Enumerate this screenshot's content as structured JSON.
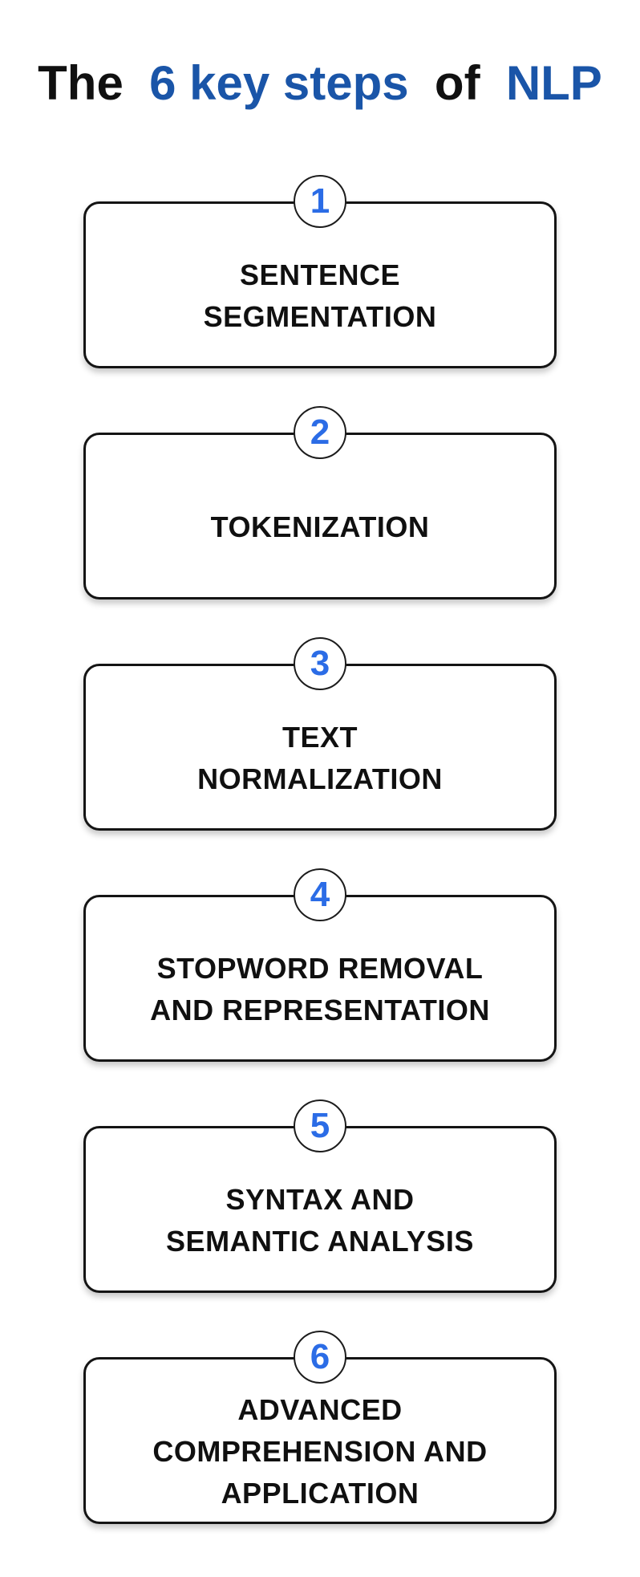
{
  "title": {
    "part1": "The",
    "part2": "6 key steps",
    "part3": "of",
    "part4": "NLP"
  },
  "colors": {
    "title_blue": "#1a55a8",
    "number_blue": "#2b6ce6",
    "text_black": "#101010",
    "border_black": "#141414"
  },
  "steps": [
    {
      "number": "1",
      "lines": [
        "SENTENCE",
        "SEGMENTATION"
      ]
    },
    {
      "number": "2",
      "lines": [
        "TOKENIZATION"
      ]
    },
    {
      "number": "3",
      "lines": [
        "TEXT",
        "NORMALIZATION"
      ]
    },
    {
      "number": "4",
      "lines": [
        "STOPWORD REMOVAL",
        "AND REPRESENTATION"
      ]
    },
    {
      "number": "5",
      "lines": [
        "SYNTAX AND",
        "SEMANTIC ANALYSIS"
      ]
    },
    {
      "number": "6",
      "lines": [
        "ADVANCED",
        "COMPREHENSION AND",
        "APPLICATION"
      ]
    }
  ]
}
